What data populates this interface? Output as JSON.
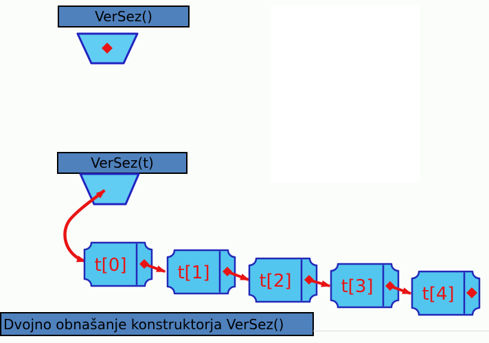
{
  "diagram": {
    "constructor_empty": {
      "title": "VerSez()"
    },
    "constructor_copy": {
      "title": "VerSez(t)"
    },
    "nodes": [
      {
        "label": "t[0]"
      },
      {
        "label": "t[1]"
      },
      {
        "label": "t[2]"
      },
      {
        "label": "t[3]"
      },
      {
        "label": "t[4]"
      }
    ],
    "caption": "Dvojno obnašanje konstruktorja VerSez()",
    "colors": {
      "header_fill": "#4f81bd",
      "shape_fill": "#53c6ef",
      "trapezoid_fill": "#62cdf2",
      "shape_border": "#2328b8",
      "pointer_red": "#e81414",
      "background": "#fbfdfb",
      "panel_white": "#ffffff"
    }
  }
}
